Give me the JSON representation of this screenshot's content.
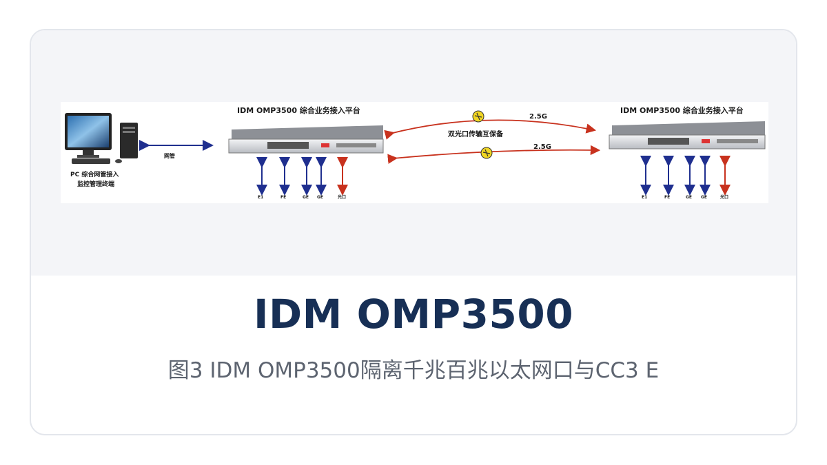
{
  "card": {
    "title": "IDM OMP3500",
    "caption": "图3 IDM OMP3500隔离千兆百兆以太网口与CC3 E"
  },
  "diagram": {
    "left_device_label": "IDM OMP3500 综合业务接入平台",
    "right_device_label": "IDM OMP3500 综合业务接入平台",
    "pc_label_line1": "PC 综合网管接入",
    "pc_label_line2": "监控管理终端",
    "link_label_top": "2.5G",
    "link_label_bottom": "2.5G",
    "link_center_label": "双光口传输互保备",
    "pc_link_label": "网管",
    "left_port_labels": [
      "E1",
      "FE",
      "GE",
      "GE",
      "光口"
    ],
    "right_port_labels": [
      "E1",
      "FE",
      "GE",
      "GE",
      "光口"
    ]
  },
  "colors": {
    "title": "#172f55",
    "caption": "#5d6470",
    "blue_arrow": "#1f2f8f",
    "red_arrow": "#c8321e"
  }
}
